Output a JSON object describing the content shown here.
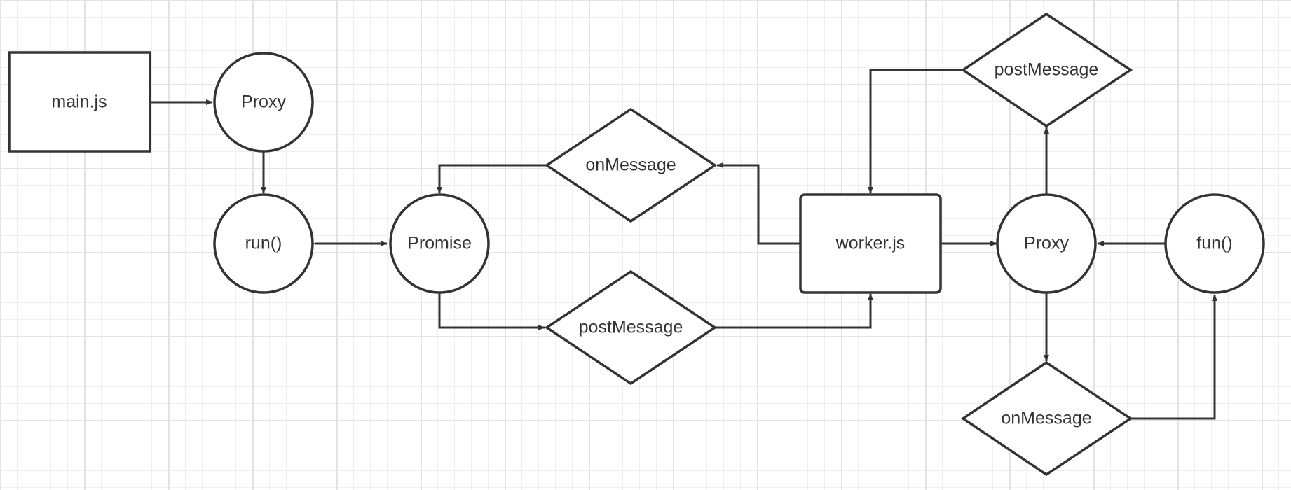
{
  "diagram": {
    "nodes": {
      "main_js": "main.js",
      "proxy_left": "Proxy",
      "run": "run()",
      "promise": "Promise",
      "on_message_top": "onMessage",
      "post_message_mid": "postMessage",
      "worker_js": "worker.js",
      "post_message_top": "postMessage",
      "proxy_right": "Proxy",
      "fun": "fun()",
      "on_message_bottom": "onMessage"
    }
  }
}
